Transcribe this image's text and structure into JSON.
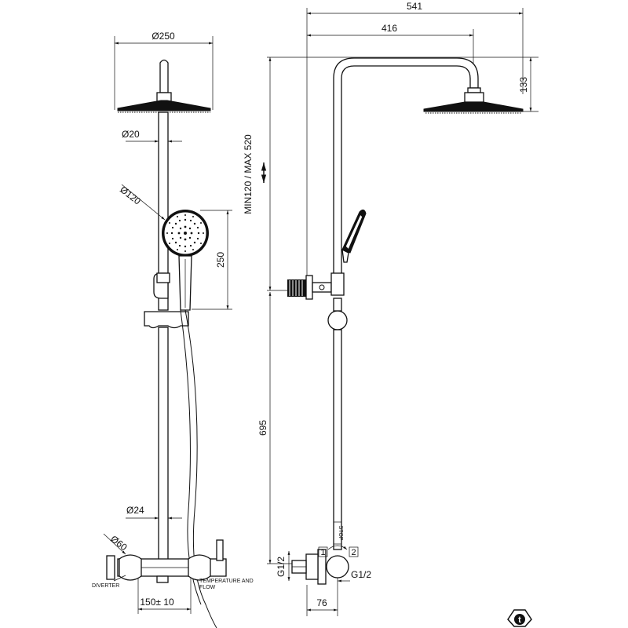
{
  "front_view": {
    "dia_head": "Ø250",
    "dia_pipe_top": "Ø20",
    "dia_hand": "Ø120",
    "hand_len": "250",
    "dia_pipe_low": "Ø24",
    "dia_knob": "Ø60",
    "diverter": "DIVERTER",
    "temp_flow": "TEMPERATURE AND FLOW",
    "spacing": "150± 10"
  },
  "side_view": {
    "overall_reach": "541",
    "head_reach": "416",
    "arm_height": "133",
    "adjust_range": "MIN120 / MAX 520",
    "lower_height": "695",
    "thread_left": "G1/2",
    "thread_right": "G1/2",
    "stop": "STOP",
    "pos_1": "1",
    "pos_2": "2",
    "offset": "76"
  },
  "logo": "t"
}
